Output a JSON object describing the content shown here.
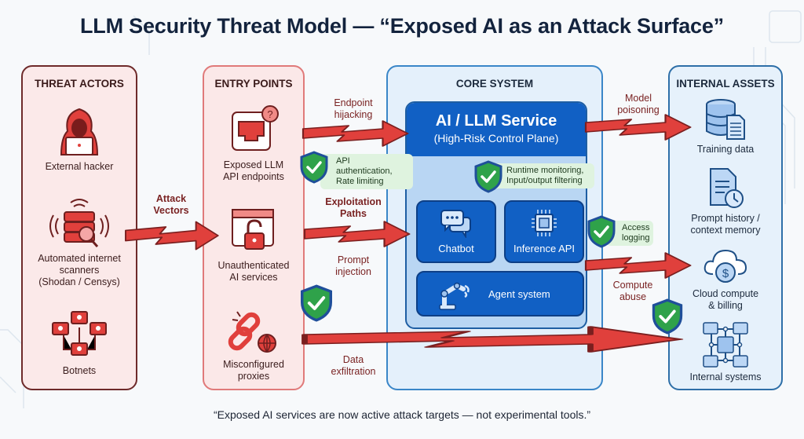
{
  "title": "LLM Security Threat Model — “Exposed AI as an Attack Surface”",
  "colors": {
    "threat_red": "#e0403c",
    "core_blue": "#1160c4",
    "control_green": "#2fa24a",
    "title_navy": "#13233d"
  },
  "threat_actors": {
    "heading": "THREAT ACTORS",
    "items": [
      {
        "label": "External hacker",
        "icon": "hooded-hacker-icon"
      },
      {
        "label": "Automated internet scanners (Shodan / Censys)",
        "line1": "Automated internet",
        "line2": "scanners",
        "line3": "(Shodan / Censys)",
        "icon": "server-scanner-icon"
      },
      {
        "label": "Botnets",
        "icon": "botnet-icon"
      }
    ]
  },
  "entry_points": {
    "heading": "ENTRY POINTS",
    "items": [
      {
        "line1": "Exposed LLM",
        "line2": "API endpoints",
        "icon": "ethernet-port-question-icon"
      },
      {
        "line1": "Unauthenticated",
        "line2": "AI services",
        "icon": "unlocked-window-icon"
      },
      {
        "line1": "Misconfigured",
        "line2": "proxies",
        "icon": "broken-chain-globe-icon"
      }
    ]
  },
  "core_system": {
    "heading": "CORE SYSTEM",
    "service_title": "AI / LLM Service",
    "service_subtitle": "(High-Risk Control Plane)",
    "components": [
      {
        "label": "Chatbot",
        "icon": "chat-bubbles-icon"
      },
      {
        "label": "Inference API",
        "icon": "chip-icon"
      },
      {
        "label": "Agent system",
        "icon": "robot-arm-icon"
      }
    ]
  },
  "internal_assets": {
    "heading": "INTERNAL ASSETS",
    "items": [
      {
        "line1": "Training data",
        "line2": "",
        "icon": "database-document-icon"
      },
      {
        "line1": "Prompt history /",
        "line2": "context memory",
        "icon": "document-clock-icon"
      },
      {
        "line1": "Cloud compute",
        "line2": "& billing",
        "icon": "cloud-dollar-icon"
      },
      {
        "line1": "Internal systems",
        "line2": "",
        "icon": "network-servers-icon"
      }
    ]
  },
  "arrow_labels": {
    "attack_vectors": {
      "line1": "Attack",
      "line2": "Vectors"
    },
    "endpoint_hijacking": {
      "line1": "Endpoint",
      "line2": "hijacking"
    },
    "exploitation_paths": {
      "line1": "Exploitation",
      "line2": "Paths"
    },
    "prompt_injection": {
      "line1": "Prompt",
      "line2": "injection"
    },
    "data_exfiltration": {
      "line1": "Data",
      "line2": "exfiltration"
    },
    "model_poisoning": {
      "line1": "Model",
      "line2": "poisoning"
    },
    "compute_abuse": {
      "line1": "Compute",
      "line2": "abuse"
    }
  },
  "controls": {
    "api_auth": {
      "line1": "API authentication,",
      "line2": "Rate limiting"
    },
    "runtime": {
      "line1": "Runtime monitoring,",
      "line2": "Input/output filtering"
    },
    "access": {
      "line1": "Access",
      "line2": "logging"
    }
  },
  "footer_quote": "“Exposed AI services are now active attack targets — not experimental tools.”"
}
